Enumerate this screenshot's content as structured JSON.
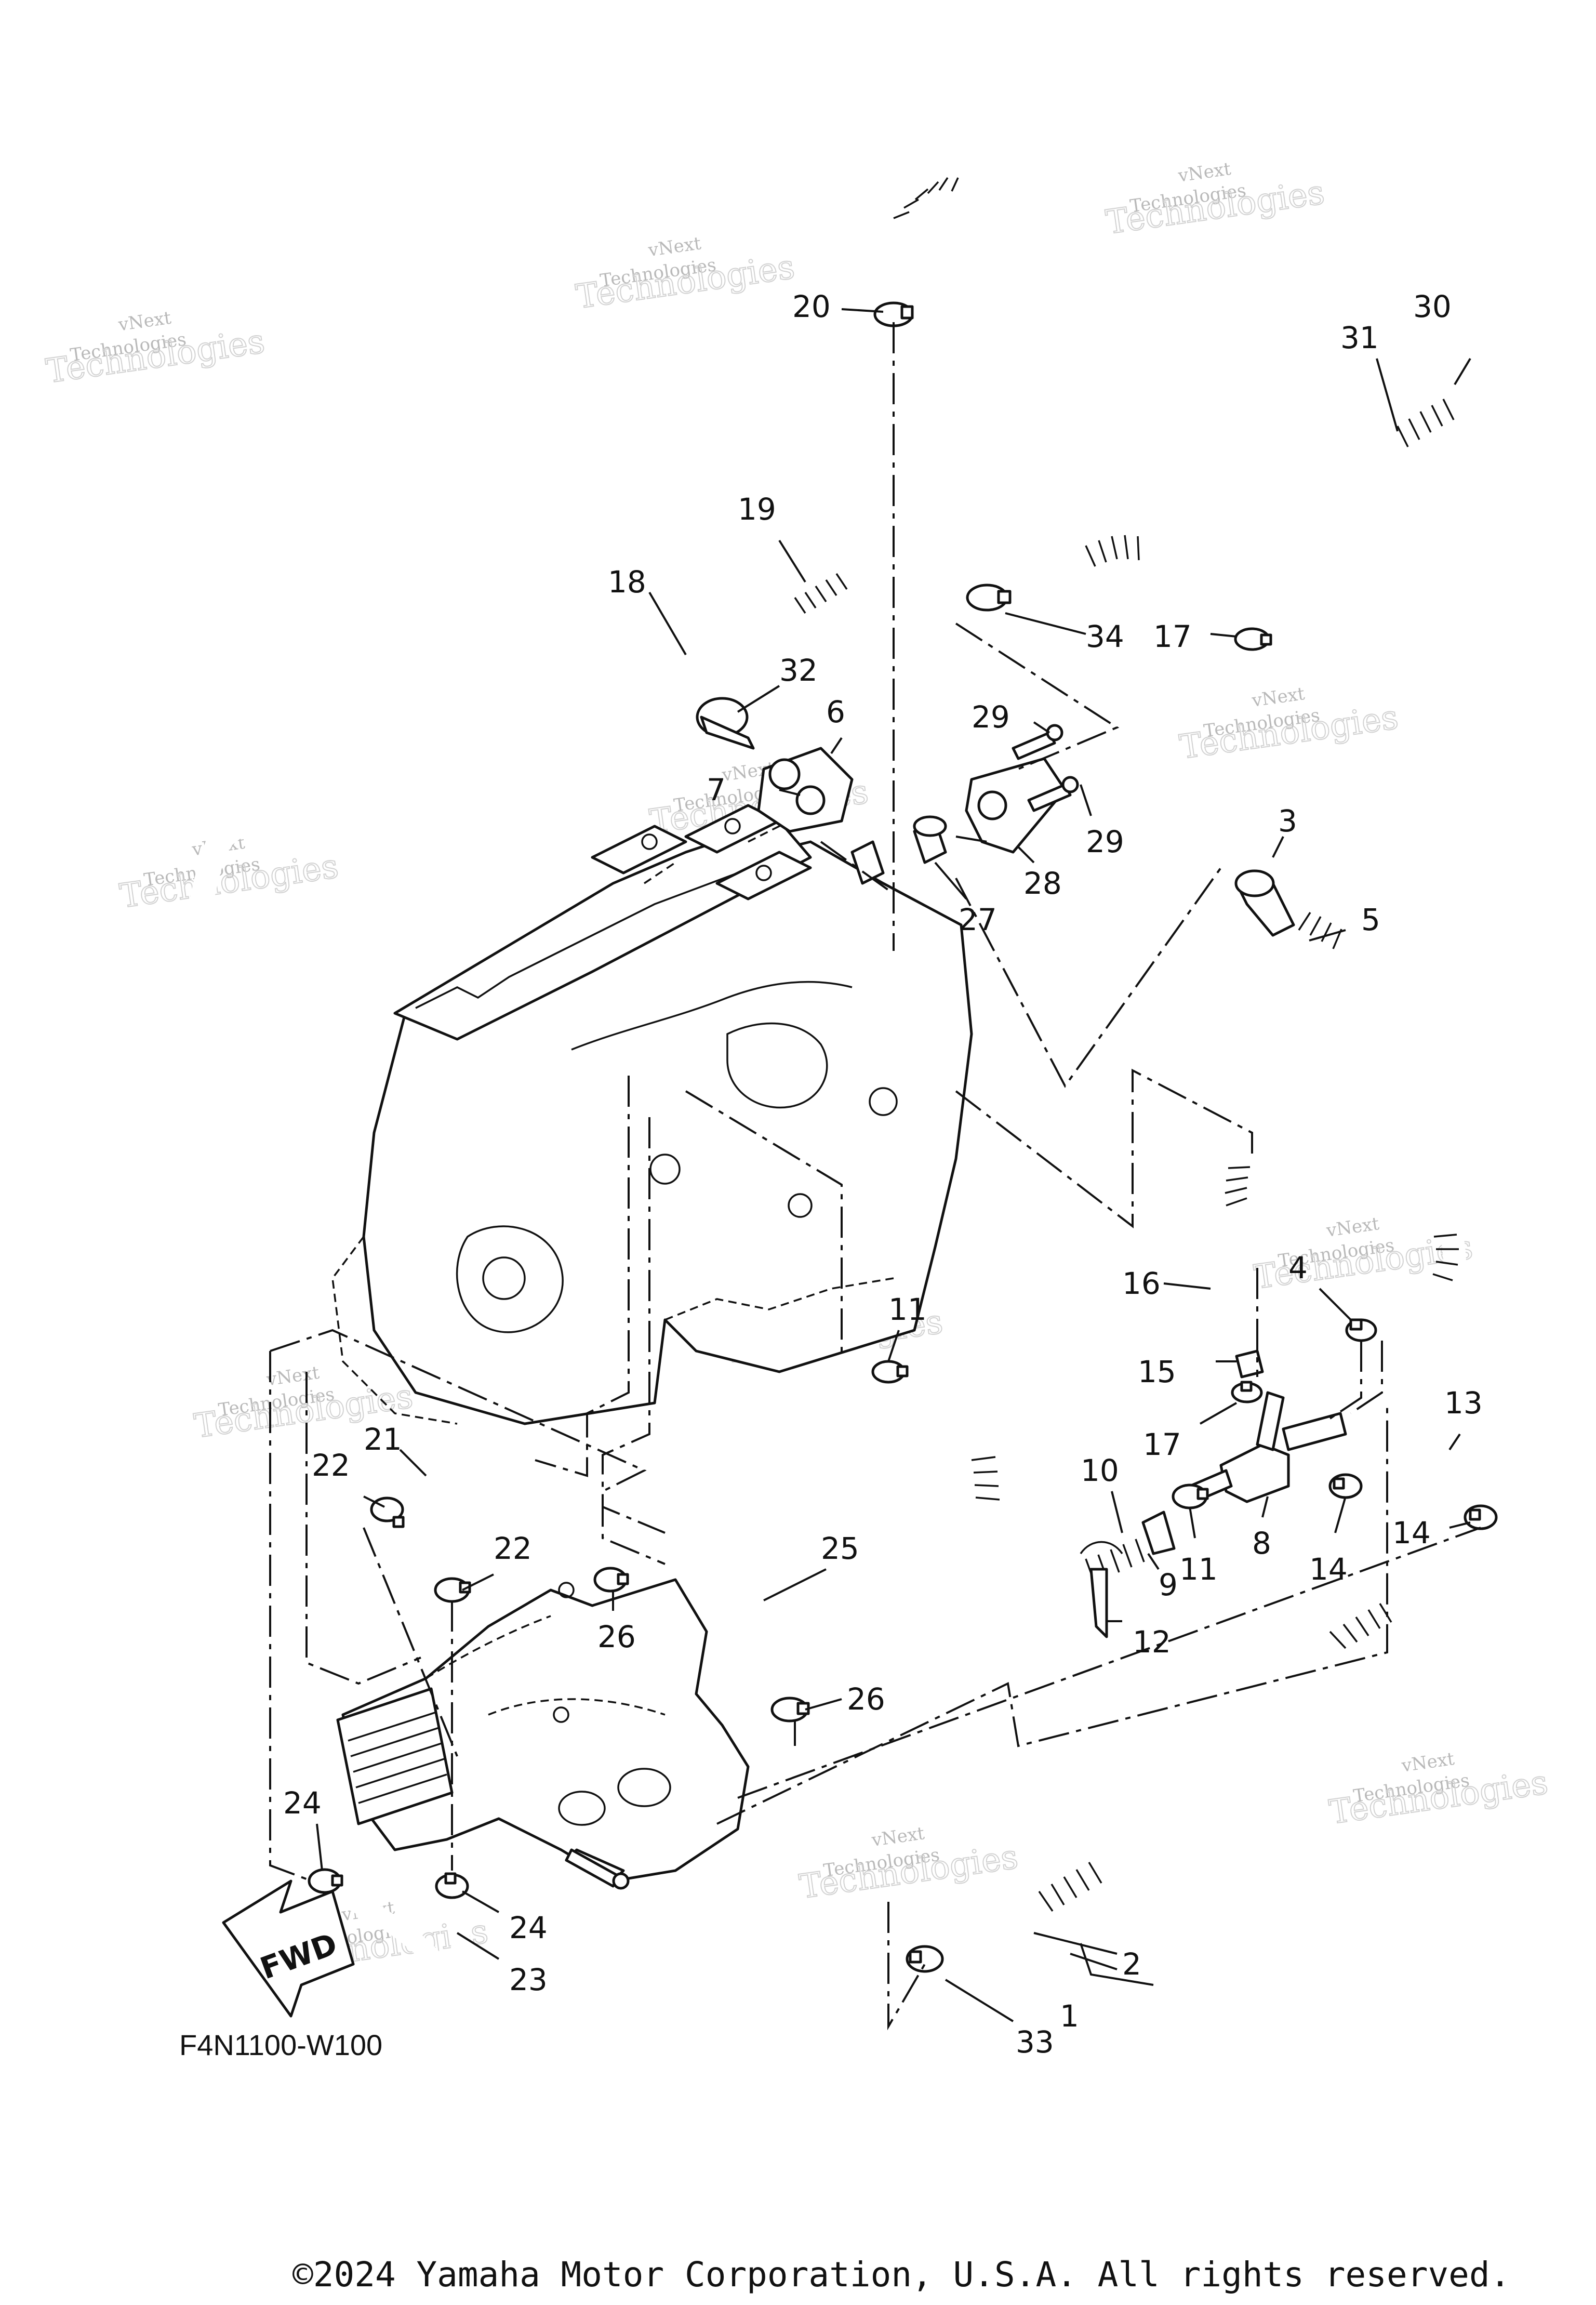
{
  "diagram": {
    "drawing_code": "F4N1100-W100",
    "direction_label": "FWD",
    "copyright": "©2024 Yamaha Motor Corporation, U.S.A. All rights reserved.",
    "watermark": {
      "line1": "vNext",
      "line2": "Technologies",
      "big": "Technologies"
    },
    "callouts": [
      {
        "id": "c1",
        "text": "1"
      },
      {
        "id": "c2",
        "text": "2"
      },
      {
        "id": "c3",
        "text": "3"
      },
      {
        "id": "c4",
        "text": "4"
      },
      {
        "id": "c5",
        "text": "5"
      },
      {
        "id": "c6",
        "text": "6"
      },
      {
        "id": "c7",
        "text": "7"
      },
      {
        "id": "c8",
        "text": "8"
      },
      {
        "id": "c9",
        "text": "9"
      },
      {
        "id": "c10",
        "text": "10"
      },
      {
        "id": "c11a",
        "text": "11"
      },
      {
        "id": "c11b",
        "text": "11"
      },
      {
        "id": "c12",
        "text": "12"
      },
      {
        "id": "c13",
        "text": "13"
      },
      {
        "id": "c14a",
        "text": "14"
      },
      {
        "id": "c14b",
        "text": "14"
      },
      {
        "id": "c15",
        "text": "15"
      },
      {
        "id": "c16",
        "text": "16"
      },
      {
        "id": "c17a",
        "text": "17"
      },
      {
        "id": "c17b",
        "text": "17"
      },
      {
        "id": "c18",
        "text": "18"
      },
      {
        "id": "c19",
        "text": "19"
      },
      {
        "id": "c20",
        "text": "20"
      },
      {
        "id": "c21",
        "text": "21"
      },
      {
        "id": "c22a",
        "text": "22"
      },
      {
        "id": "c22b",
        "text": "22"
      },
      {
        "id": "c23",
        "text": "23"
      },
      {
        "id": "c24a",
        "text": "24"
      },
      {
        "id": "c24b",
        "text": "24"
      },
      {
        "id": "c25",
        "text": "25"
      },
      {
        "id": "c26a",
        "text": "26"
      },
      {
        "id": "c26b",
        "text": "26"
      },
      {
        "id": "c27",
        "text": "27"
      },
      {
        "id": "c28",
        "text": "28"
      },
      {
        "id": "c29a",
        "text": "29"
      },
      {
        "id": "c29b",
        "text": "29"
      },
      {
        "id": "c30",
        "text": "30"
      },
      {
        "id": "c31",
        "text": "31"
      },
      {
        "id": "c32",
        "text": "32"
      },
      {
        "id": "c33",
        "text": "33"
      },
      {
        "id": "c34",
        "text": "34"
      }
    ]
  }
}
